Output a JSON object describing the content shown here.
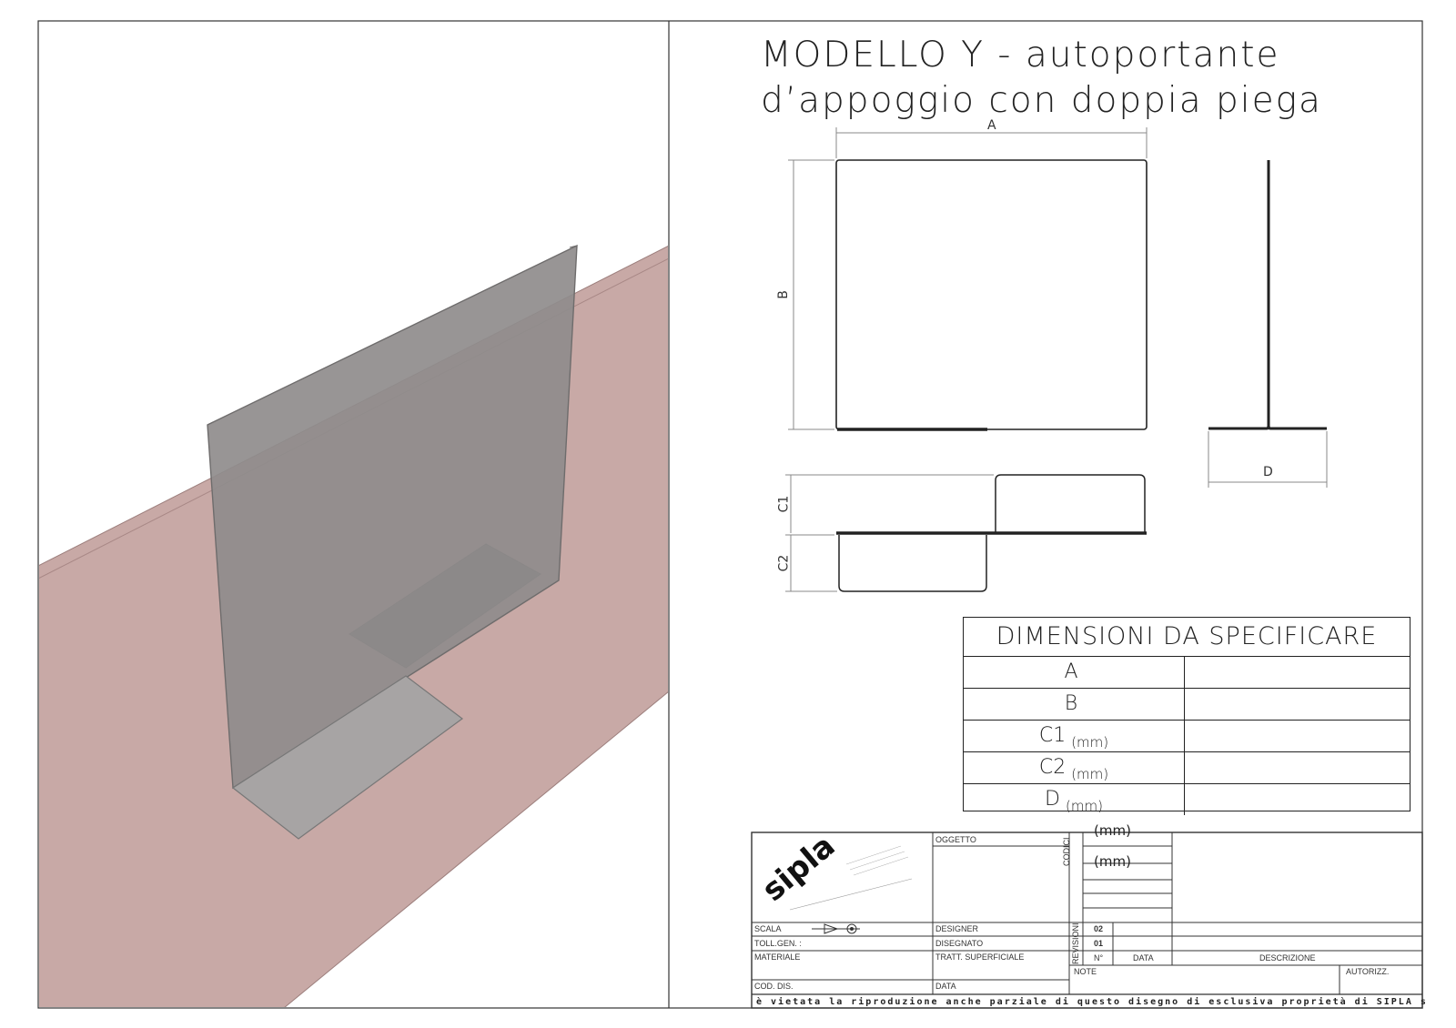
{
  "title": {
    "line1": "MODELLO Y - autoportante",
    "line2": "d’appoggio con doppia piega"
  },
  "dimension_labels": {
    "a": "A",
    "b": "B",
    "c1": "C1",
    "c2": "C2",
    "d": "D"
  },
  "dimension_table": {
    "header": "DIMENSIONI DA SPECIFICARE",
    "rows": [
      {
        "key": "A",
        "unit": ""
      },
      {
        "key": "B",
        "unit": ""
      },
      {
        "key": "C1",
        "unit": "(mm)"
      },
      {
        "key": "C2",
        "unit": "(mm)"
      },
      {
        "key": "D",
        "unit": "(mm)"
      }
    ],
    "extra_units": [
      "(mm)",
      "(mm)"
    ]
  },
  "title_block": {
    "oggetto": "OGGETTO",
    "codici": "CODICI",
    "scala": "SCALA",
    "toll_gen": "TOLL.GEN. :",
    "materiale": "MATERIALE",
    "cod_dis": "COD. DIS.",
    "designer": "DESIGNER",
    "disegnato": "DISEGNATO",
    "tratt_superficiale": "TRATT. SUPERFICIALE",
    "data_left": "DATA",
    "revisioni": "REVISIONI",
    "rev_02": "02",
    "rev_01": "01",
    "n": "N°",
    "data": "DATA",
    "descrizione": "DESCRIZIONE",
    "note": "NOTE",
    "autorizz": "AUTORIZZ."
  },
  "logo": {
    "text": "sipla"
  },
  "footer": "è vietata la riproduzione anche parziale di questo disegno di esclusiva proprietà di SIPLA s.r.l. ai termini di le",
  "colors": {
    "shelf": "#c8a9a6",
    "panel": "#8f8c8c",
    "line": "#222222"
  }
}
